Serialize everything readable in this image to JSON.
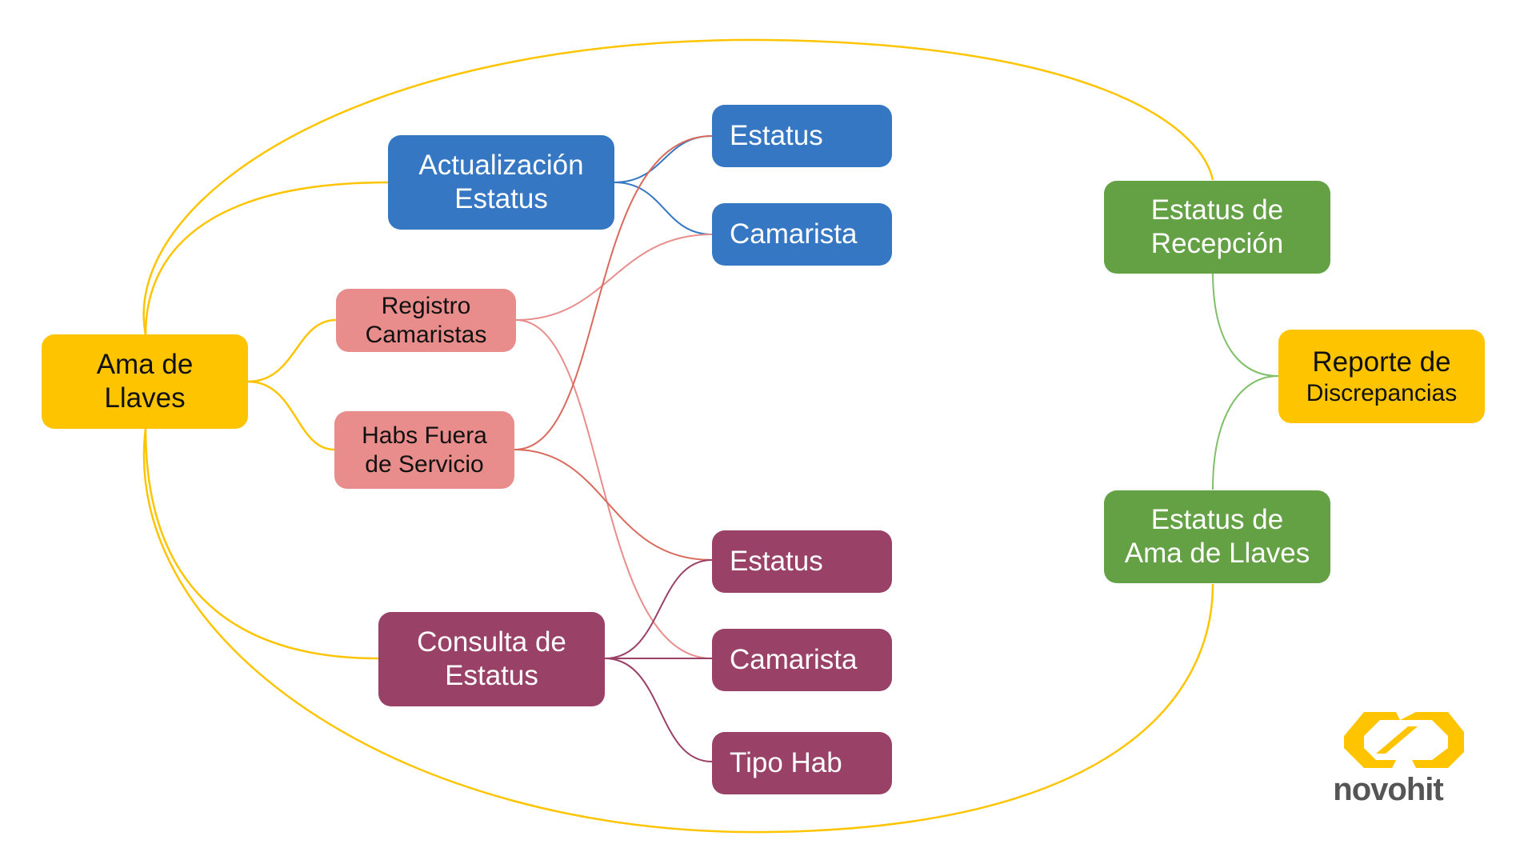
{
  "colors": {
    "yellow": "#FFC400",
    "blue": "#3577C2",
    "pink": "#E88D8B",
    "plum": "#9A4168",
    "green": "#64A145"
  },
  "nodes": {
    "ama_de_llaves": {
      "line1": "Ama de",
      "line2": "Llaves"
    },
    "actualizacion_estatus": {
      "line1": "Actualización",
      "line2": "Estatus"
    },
    "registro_camaristas": {
      "line1": "Registro",
      "line2": "Camaristas"
    },
    "habs_fuera_servicio": {
      "line1": "Habs Fuera",
      "line2": "de Servicio"
    },
    "consulta_estatus": {
      "line1": "Consulta de",
      "line2": "Estatus"
    },
    "blue_estatus": {
      "label": "Estatus"
    },
    "blue_camarista": {
      "label": "Camarista"
    },
    "plum_estatus": {
      "label": "Estatus"
    },
    "plum_camarista": {
      "label": "Camarista"
    },
    "plum_tipo_hab": {
      "label": "Tipo Hab"
    },
    "estatus_recepcion": {
      "line1": "Estatus de",
      "line2": "Recepción"
    },
    "estatus_ama_llaves": {
      "line1": "Estatus de",
      "line2": "Ama de Llaves"
    },
    "reporte_discrepancias": {
      "line1": "Reporte de",
      "line2": "Discrepancias"
    }
  },
  "logo": {
    "name": "novohit-logo",
    "text": "novohit"
  }
}
